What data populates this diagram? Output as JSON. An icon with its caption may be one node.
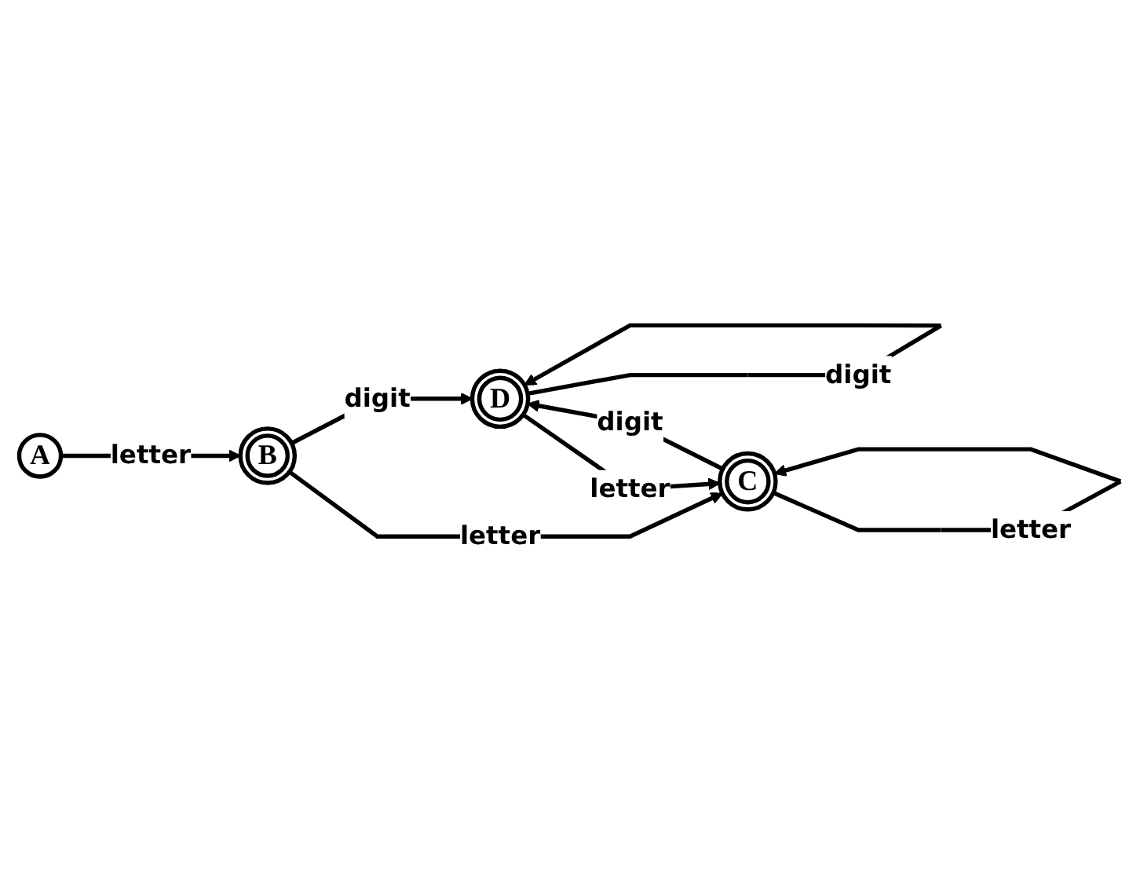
{
  "diagram": {
    "nodes": [
      {
        "text": [
          "A"
        ]
      },
      {
        "text": [
          "B"
        ]
      },
      {
        "text": [
          "C"
        ]
      },
      {
        "text": [
          "D"
        ]
      }
    ],
    "edges": [
      {
        "from": 0,
        "to": 1,
        "arrow": "to",
        "label": "letter"
      },
      {
        "from": 1,
        "to": 3,
        "arrow": "to",
        "label": "digit"
      },
      {
        "from": 1,
        "to": 2,
        "arrow": "to",
        "label": "letter"
      },
      {
        "from": 3,
        "to": 3,
        "arrow": "to",
        "label": "digit"
      },
      {
        "from": 2,
        "to": 3,
        "arrow": "to",
        "label": "digit"
      },
      {
        "from": 3,
        "to": 2,
        "arrow": "to",
        "label": "letter"
      },
      {
        "from": 2,
        "to": 2,
        "arrow": "to",
        "label": "letter"
      }
    ]
  }
}
